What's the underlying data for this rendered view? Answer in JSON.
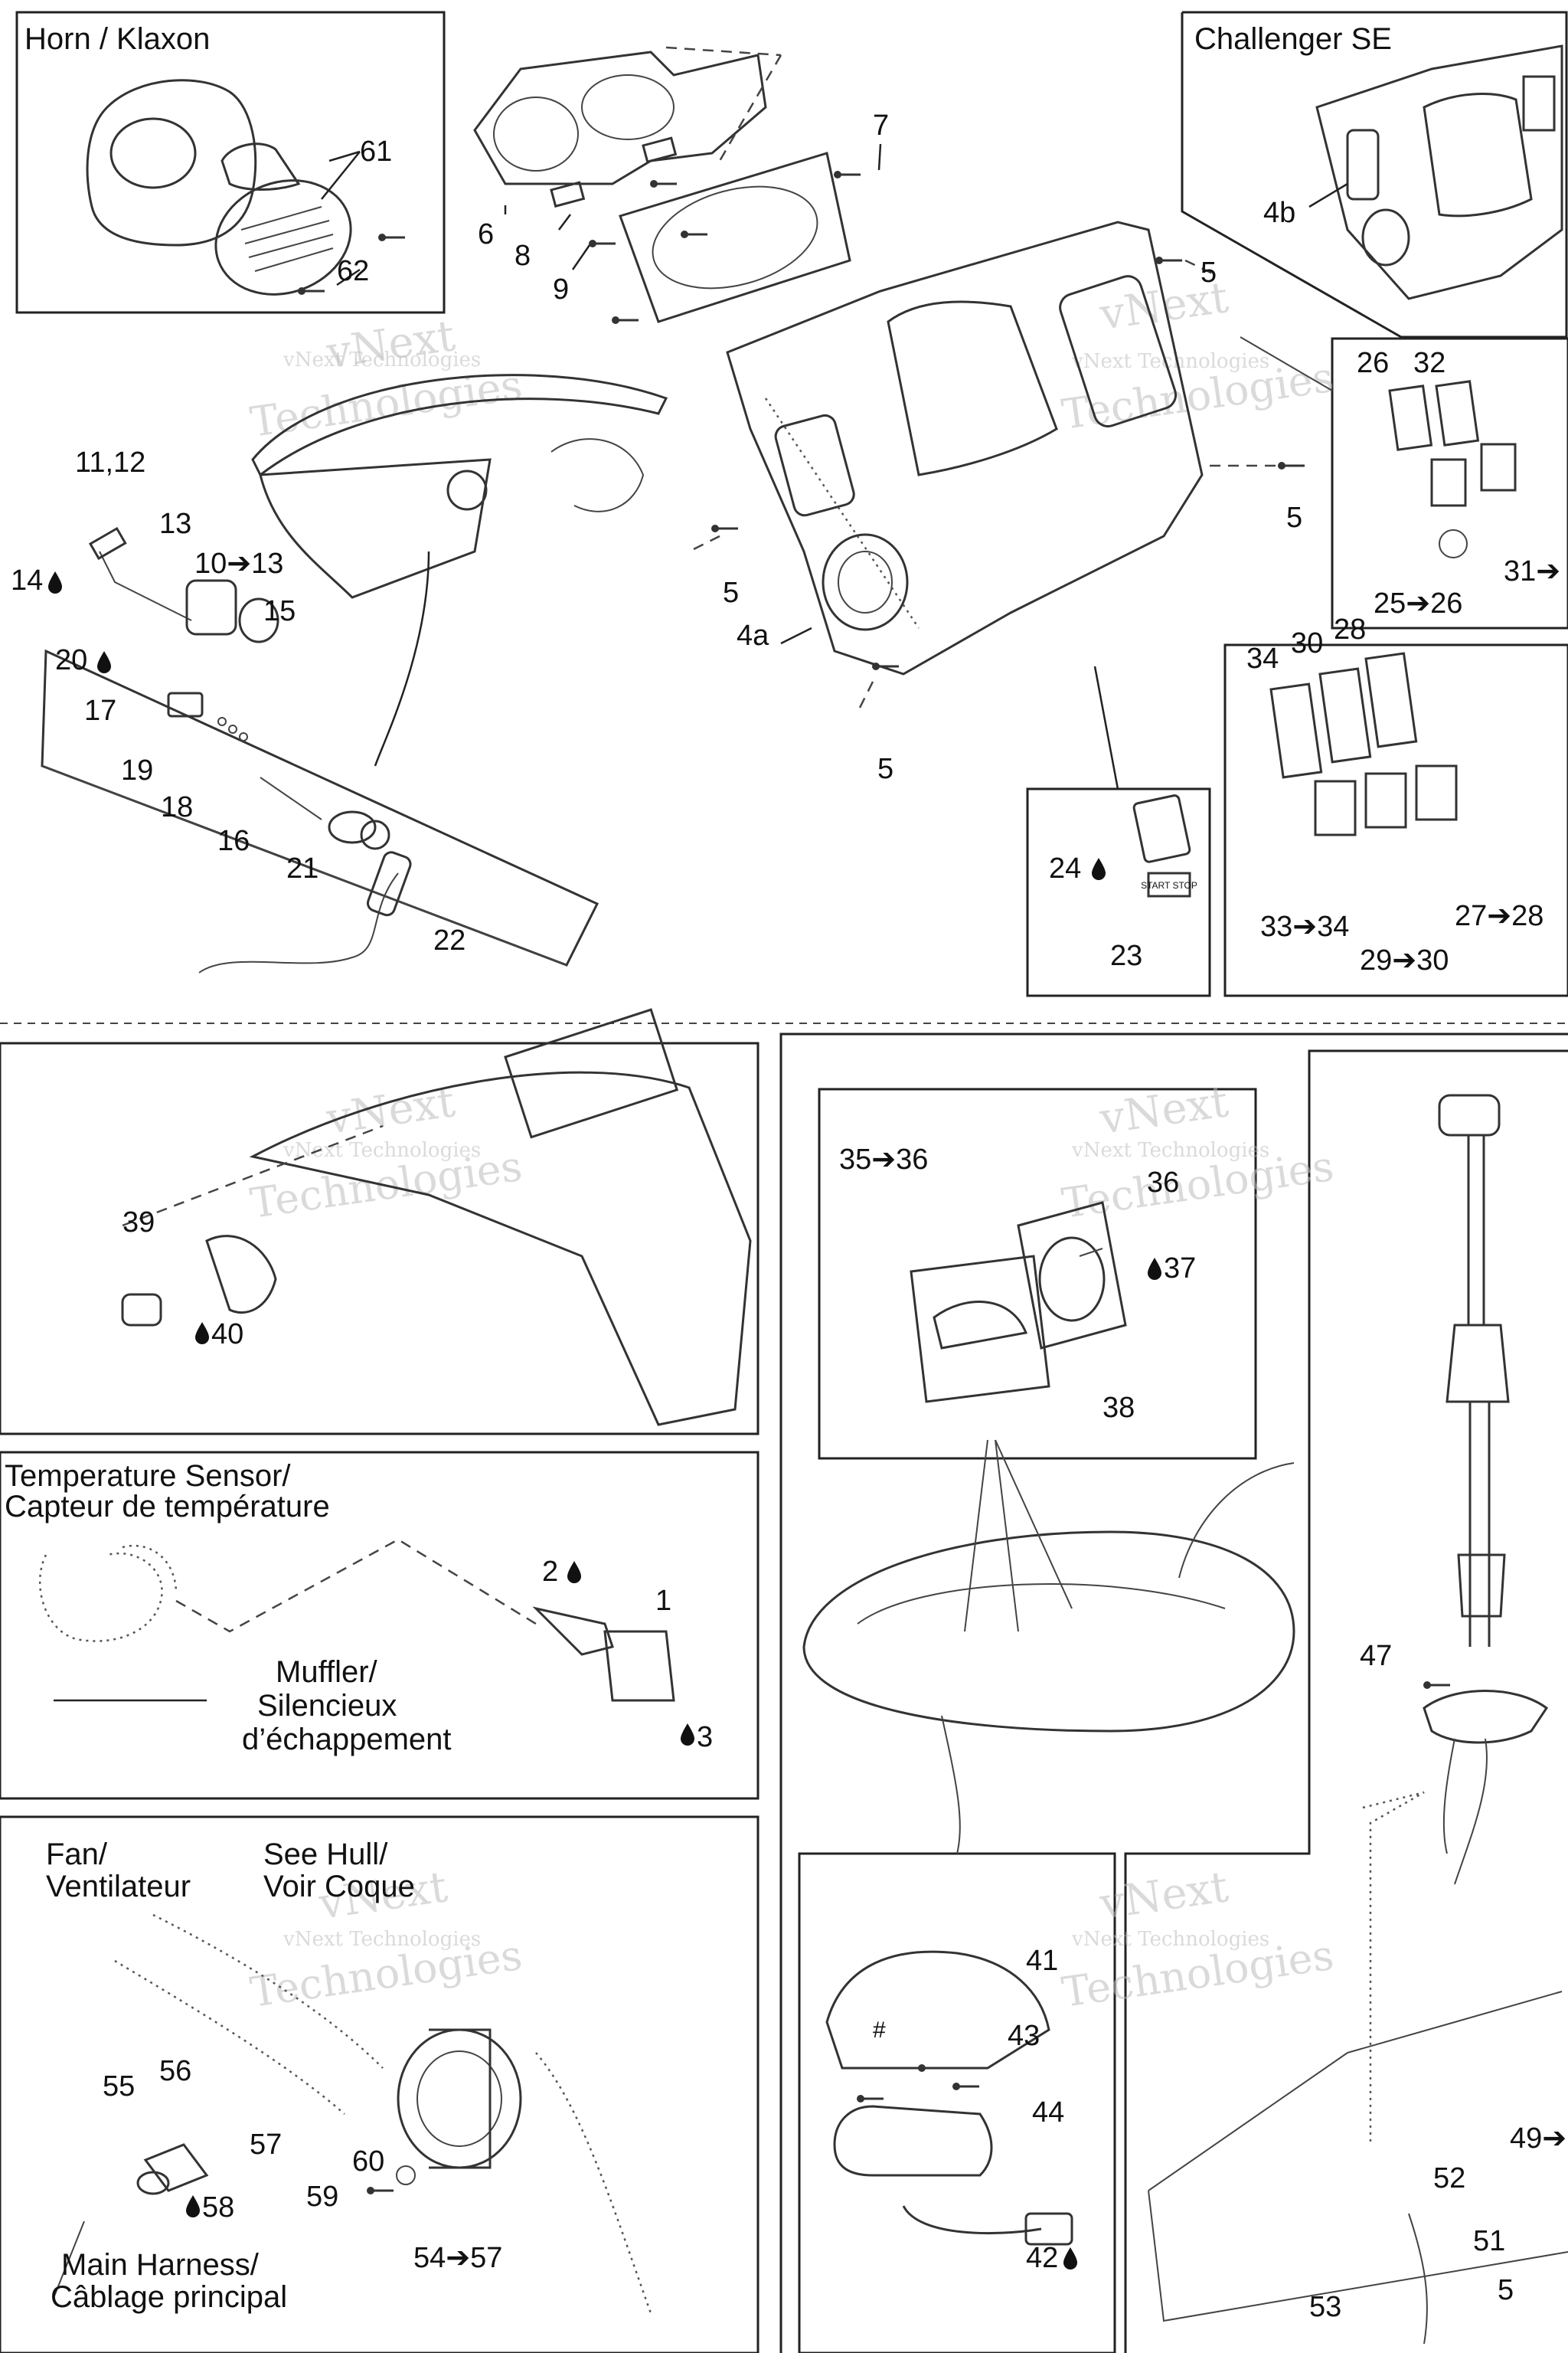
{
  "sections": {
    "horn": "Horn  / Klaxon",
    "challenger": "Challenger SE",
    "temp_l1": "Temperature Sensor/",
    "temp_l2": "Capteur de température",
    "fan_l1": "Fan/",
    "fan_l2": "Ventilateur",
    "hull_l1": "See Hull/",
    "hull_l2": "Voir Coque",
    "muffler_l1": "Muffler/",
    "muffler_l2": "Silencieux",
    "muffler_l3": "d’échappement",
    "harness_l1": "Main Harness/",
    "harness_l2": "Câblage principal"
  },
  "watermark": {
    "line1": "vNext Technologies",
    "line2": "vNext",
    "line3": "Technologies"
  },
  "switch_label": "START STOP",
  "lamp_label": "#",
  "callouts": {
    "p61": "61",
    "p62": "62",
    "p6": "6",
    "p7": "7",
    "p8": "8",
    "p9": "9",
    "p5a": "5",
    "p5b": "5",
    "p5c": "5",
    "p5d": "5",
    "p4a": "4a",
    "p4b": "4b",
    "p26": "26",
    "p32": "32",
    "p25": "25➔26",
    "p31": "31➔",
    "p34": "34",
    "p30": "30",
    "p28": "28",
    "p33": "33➔34",
    "p29": "29➔30",
    "p27": "27➔28",
    "p24": "24",
    "p23": "23",
    "p11": "11,12",
    "p13a": "13",
    "p14": "14",
    "p10": "10➔13",
    "p15": "15",
    "p20": "20",
    "p17": "17",
    "p19": "19",
    "p18": "18",
    "p16": "16",
    "p21": "21",
    "p22": "22",
    "p39": "39",
    "p40": "40",
    "p35": "35➔36",
    "p36": "36",
    "p37": "37",
    "p38": "38",
    "p2": "2",
    "p1": "1",
    "p3": "3",
    "p41": "41",
    "p43": "43",
    "p44": "44",
    "p42": "42",
    "p47": "47",
    "p49": "49➔",
    "p52": "52",
    "p51": "51",
    "p50": "5",
    "p53": "53",
    "p55": "55",
    "p56": "56",
    "p57": "57",
    "p58": "58",
    "p60": "60",
    "p59": "59",
    "p54": "54➔57"
  }
}
